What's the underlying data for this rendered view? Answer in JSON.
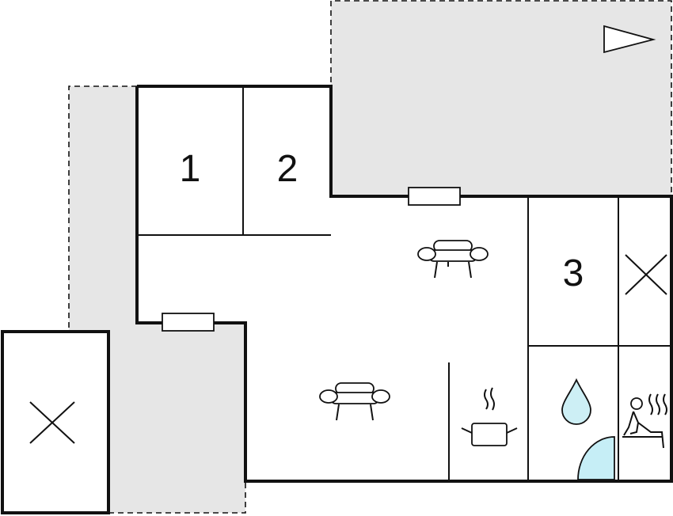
{
  "floorplan": {
    "rooms": [
      {
        "id": "room-1",
        "label": "1"
      },
      {
        "id": "room-2",
        "label": "2"
      },
      {
        "id": "room-3",
        "label": "3"
      }
    ],
    "icons": [
      "north-arrow-icon",
      "sofa-icon",
      "sofa-icon",
      "cooking-pot-icon",
      "water-drop-icon",
      "sauna-icon",
      "shower-corner-icon",
      "cross-x-icon",
      "cross-x-icon"
    ],
    "colors": {
      "terrace": "#e6e6e6",
      "wall": "#111111",
      "water": "#cdeff5",
      "shower": "#c6eef6"
    }
  }
}
